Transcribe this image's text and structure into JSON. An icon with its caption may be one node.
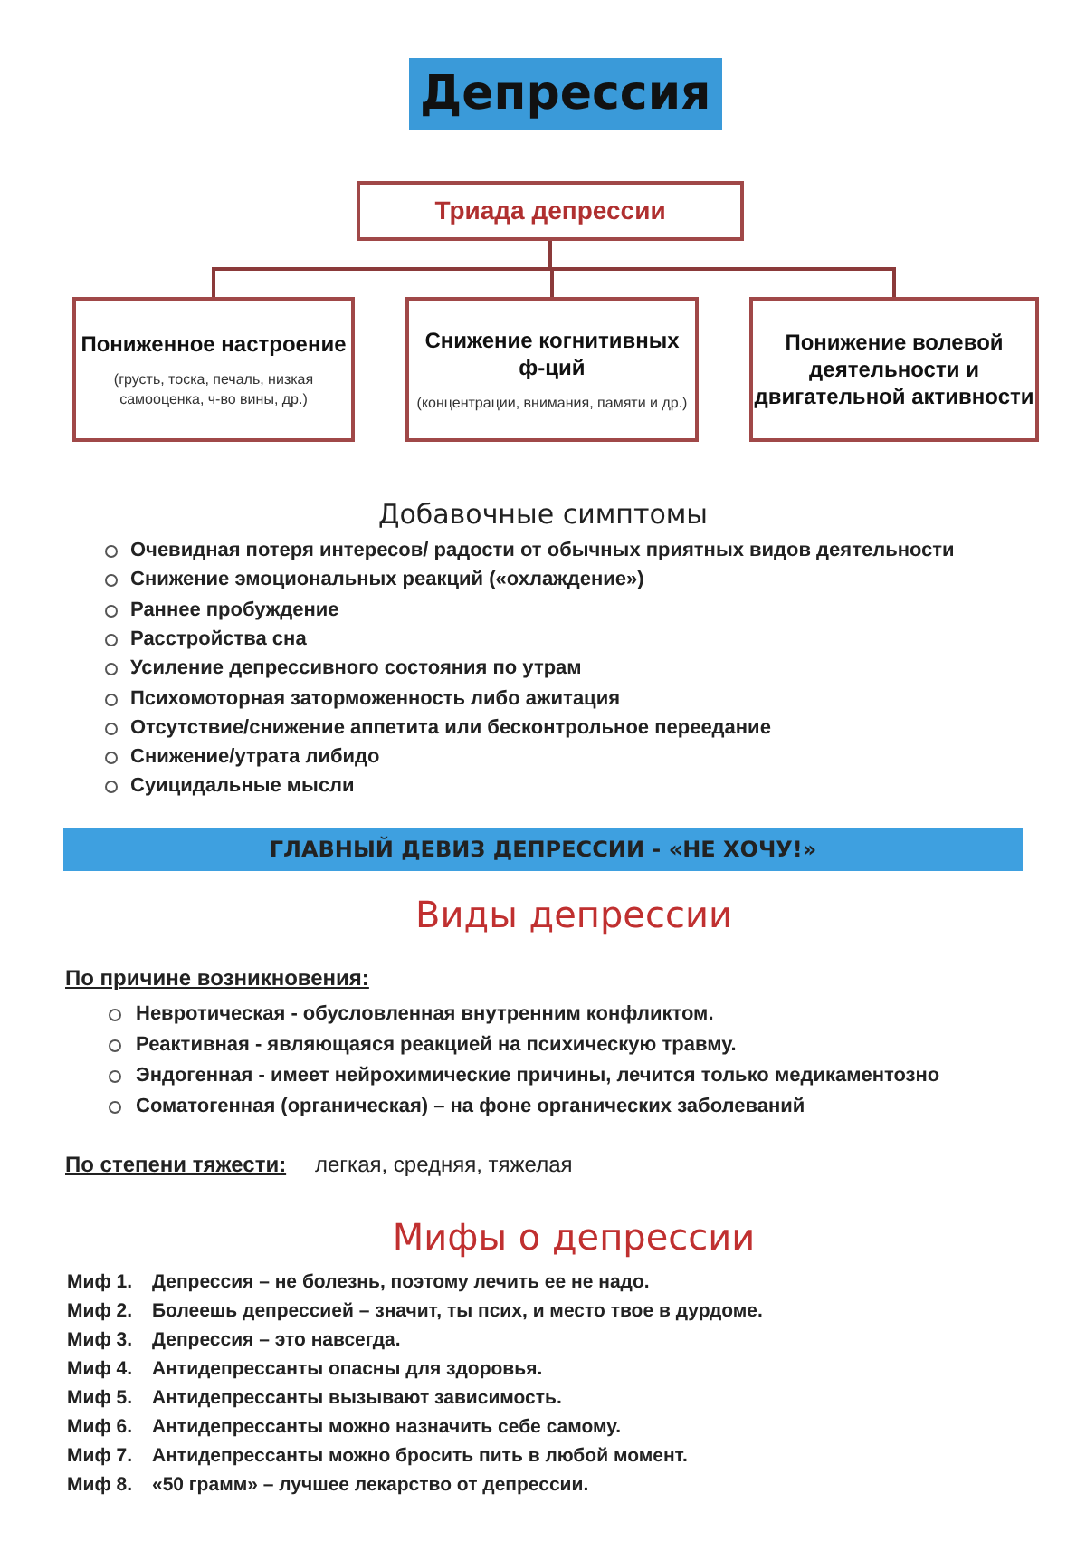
{
  "diagram": {
    "title": "Депрессия",
    "nodes": [
      {
        "text": [
          "Триада депрессии"
        ]
      },
      {
        "text": [
          "Пониженное настроение",
          "(грусть, тоска, печаль, низкая самооценка, ч-во вины, др.)"
        ]
      },
      {
        "text": [
          "Снижение когнитивных ф-ций",
          "(концентрации, внимания, памяти и др.)"
        ]
      },
      {
        "text": [
          "Понижение волевой деятельности и двигательной активности"
        ]
      },
      {
        "text": [
          "ГЛАВНЫЙ ДЕВИЗ ДЕПРЕССИИ - «НЕ ХОЧУ!»"
        ]
      }
    ],
    "edges": [
      {
        "from": 0,
        "to": 1,
        "arrow": "none"
      },
      {
        "from": 0,
        "to": 2,
        "arrow": "none"
      },
      {
        "from": 0,
        "to": 3,
        "arrow": "none"
      }
    ],
    "labels": [
      "Добавочные симптомы",
      "Очевидная потеря интересов/ радости от обычных приятных видов деятельности",
      "Снижение эмоциональных реакций («охлаждение»)",
      "Раннее пробуждение",
      "Расстройства сна",
      "Усиление депрессивного состояния по утрам",
      "Психомоторная заторможенность либо ажитация",
      "Отсутствие/снижение аппетита или бесконтрольное переедание",
      "Снижение/утрата либидо",
      "Суицидальные мысли",
      "Виды депрессии",
      "По причине возникновения:",
      "Невротическая - обусловленная внутренним конфликтом.",
      "Реактивная - являющаяся реакцией на психическую травму.",
      "Эндогенная - имеет нейрохимические причины, лечится только медикаментозно",
      "Соматогенная (органическая) – на фоне органических заболеваний",
      "По степени тяжести:",
      "легкая, средняя, тяжелая",
      "Мифы о депрессии",
      "Миф 1.",
      "Депрессия – не болезнь, поэтому лечить ее не надо.",
      "Миф 2.",
      "Болеешь депрессией – значит, ты псих, и место твое в дурдоме.",
      "Миф 3.",
      "Депрессия – это навсегда.",
      "Миф 4.",
      "Антидепрессанты опасны для здоровья.",
      "Миф 5.",
      "Антидепрессанты вызывают зависимость.",
      "Миф 6.",
      "Антидепрессанты можно назначить себе самому.",
      "Миф 7.",
      "Антидепрессанты можно бросить пить в любой момент.",
      "Миф 8.",
      "«50 грамм» – лучшее лекарство от депрессии."
    ]
  }
}
